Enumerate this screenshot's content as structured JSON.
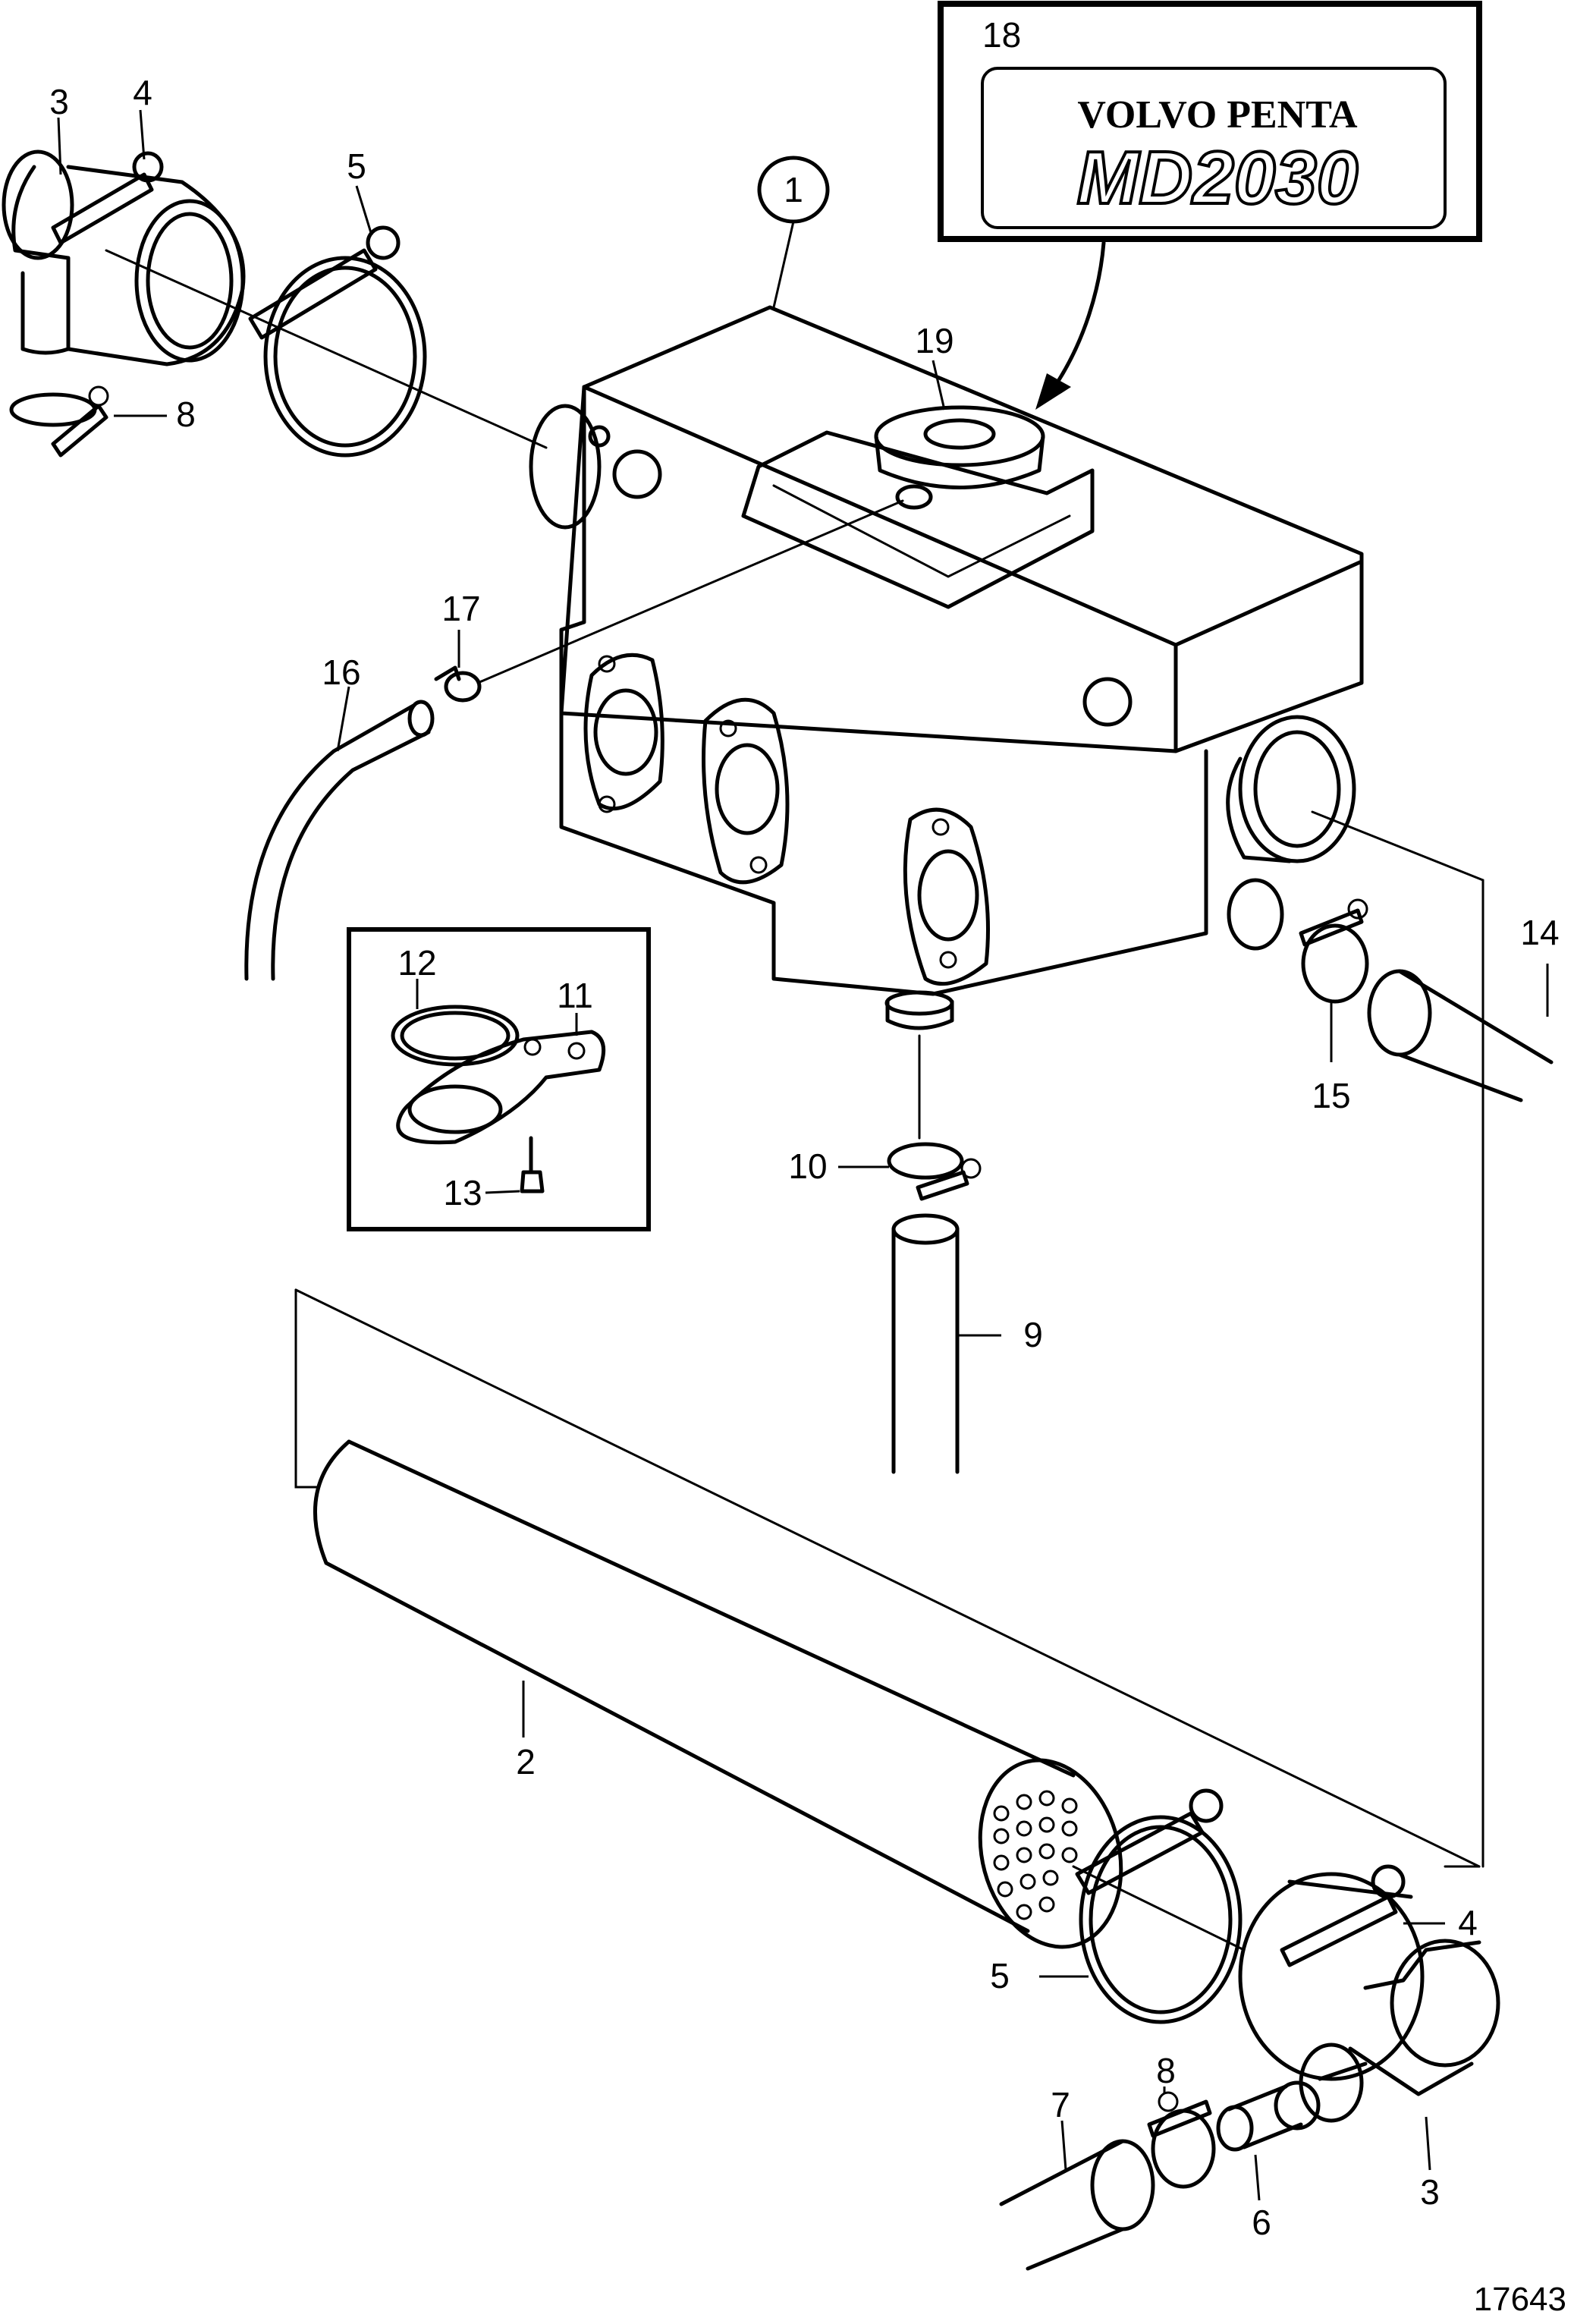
{
  "figure_id": "17643",
  "badge": {
    "number": "18",
    "brand": "VOLVO PENTA",
    "model": "MD2030"
  },
  "callouts": {
    "c1": "1",
    "c2": "2",
    "c3a": "3",
    "c3b": "3",
    "c4a": "4",
    "c4b": "4",
    "c5a": "5",
    "c5b": "5",
    "c6": "6",
    "c7": "7",
    "c8a": "8",
    "c8b": "8",
    "c9": "9",
    "c10": "10",
    "c11": "11",
    "c12": "12",
    "c13": "13",
    "c14": "14",
    "c15": "15",
    "c16": "16",
    "c17": "17",
    "c19": "19"
  },
  "colors": {
    "ink": "#000000",
    "paper": "#ffffff"
  }
}
